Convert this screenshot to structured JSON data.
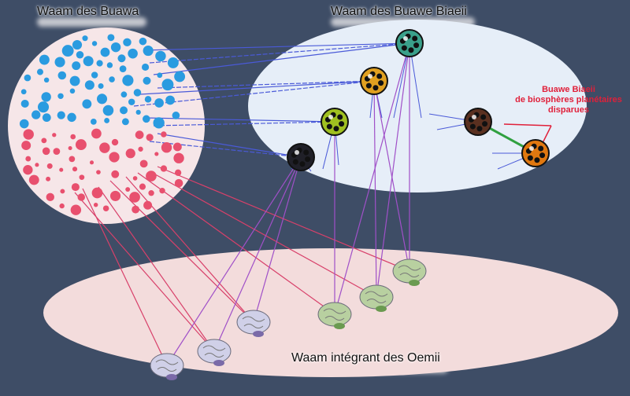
{
  "labels": {
    "left_group": "Waam des Buawa",
    "right_group": "Waam des Buawe Biaeii",
    "bottom_group": "Waam intégrant des Oemii",
    "note_line1": "Buawe Biaeii",
    "note_line2": "de biosphères planétaires",
    "note_line3": "disparues"
  },
  "colors": {
    "background": "#3e4d66",
    "left_ellipse": "#f6e6e8",
    "right_ellipse": "#e6eef8",
    "bottom_ellipse": "#f3dcdc",
    "blue_dots": "#2a9be0",
    "pink_dots": "#e8506e",
    "blue_lines": "#4a5ad8",
    "red_lines": "#d8406a",
    "purple_lines": "#a050c8",
    "note_text": "#e0203a"
  },
  "spheres": [
    {
      "name": "teal",
      "color": "#3aa08a"
    },
    {
      "name": "gold",
      "color": "#e0a020"
    },
    {
      "name": "lime",
      "color": "#a0c020"
    },
    {
      "name": "black",
      "color": "#202028"
    },
    {
      "name": "brown",
      "color": "#5a3020"
    },
    {
      "name": "orange",
      "color": "#e07810"
    }
  ]
}
